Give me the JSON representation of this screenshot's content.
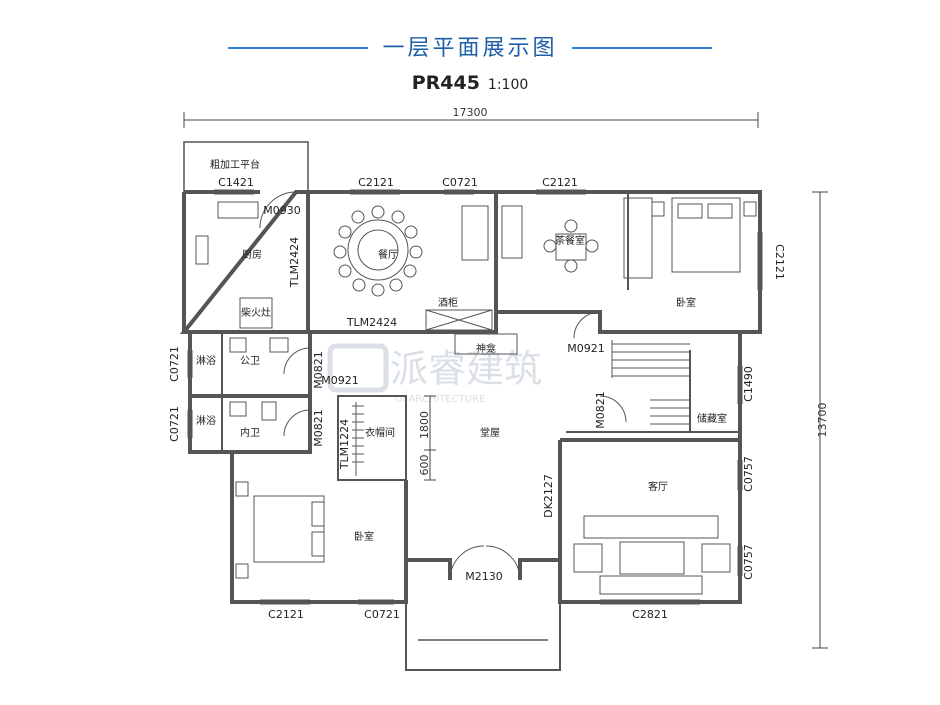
{
  "header": {
    "title": "一层平面展示图",
    "code": "PR445",
    "scale": "1:100"
  },
  "dimensions": {
    "overall_width": "17300",
    "overall_height": "13700",
    "d1800": "1800",
    "d600": "600"
  },
  "rooms": {
    "prep_platform": "粗加工平台",
    "kitchen": "厨房",
    "firewood_stove": "柴火灶",
    "dining": "餐厅",
    "wine_cabinet": "酒柜",
    "tea_room": "茶餐室",
    "bedroom_ne": "卧室",
    "shrine": "神龛",
    "shower_1": "淋浴",
    "public_bath": "公卫",
    "shower_2": "淋浴",
    "inner_bath": "内卫",
    "wardrobe": "衣帽间",
    "hall": "堂屋",
    "storage": "储藏室",
    "living": "客厅",
    "bedroom_sw": "卧室"
  },
  "labels": {
    "c1421": "C1421",
    "m0930": "M0930",
    "c2121_a": "C2121",
    "c0721_a": "C0721",
    "c2121_b": "C2121",
    "tlm2424_v": "TLM2424",
    "tlm2424_h": "TLM2424",
    "c2121_e": "C2121",
    "m0921_a": "M0921",
    "c0721_w1": "C0721",
    "m0821_a": "M0821",
    "m0921_b": "M0921",
    "c1490": "C1490",
    "c0721_w2": "C0721",
    "m0821_b": "M0821",
    "tlm1224": "TLM1224",
    "m0821_c": "M0821",
    "dk2127": "DK2127",
    "c0757_a": "C0757",
    "c0757_b": "C0757",
    "m2130": "M2130",
    "c2121_s": "C2121",
    "c0721_s": "C0721",
    "c2821": "C2821"
  },
  "watermark": {
    "main": "派睿建筑",
    "sub": "UI ARCHITECTURE"
  },
  "colors": {
    "accent": "#2f7fd0",
    "wall": "#555555",
    "watermark": "#d7dde4"
  }
}
